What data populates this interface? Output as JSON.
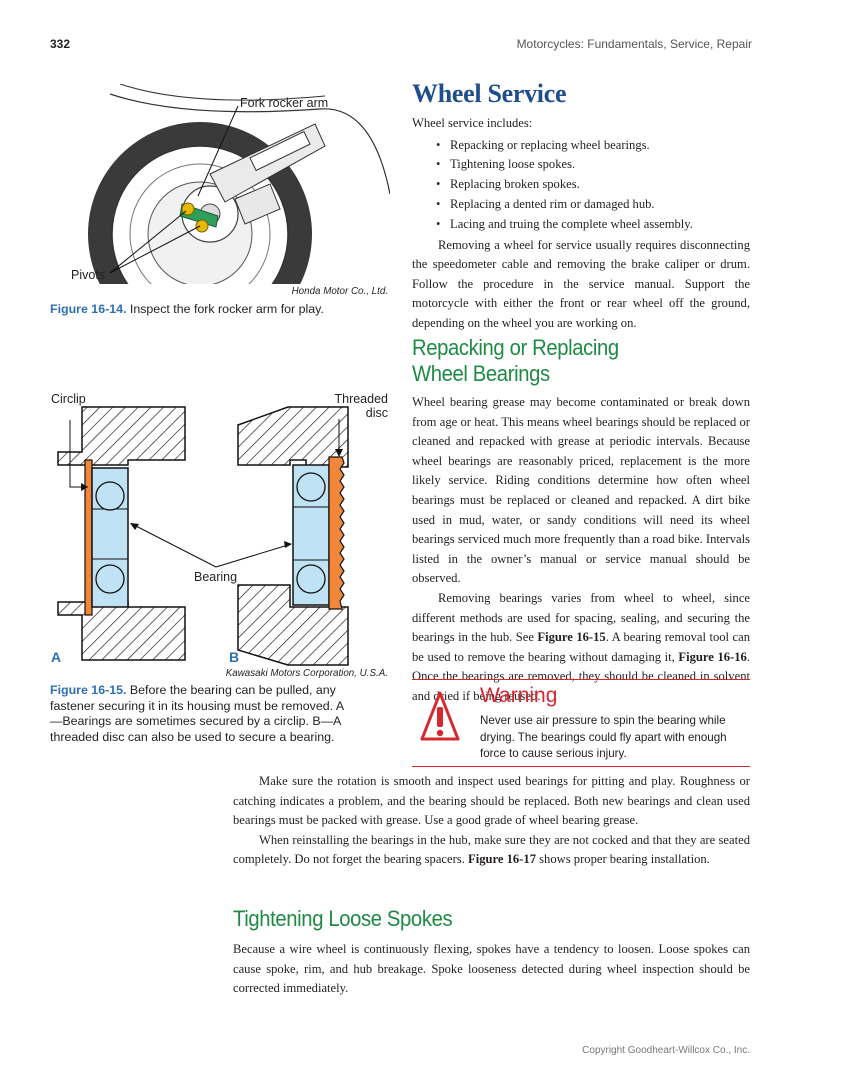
{
  "header": {
    "page_number": "332",
    "book_title": "Motorcycles: Fundamentals, Service, Repair"
  },
  "figure_14": {
    "label_fork_rocker_arm": "Fork rocker arm",
    "label_pivots": "Pivots",
    "credit": "Honda Motor Co., Ltd.",
    "caption_number": "Figure 16-14.",
    "caption_text": "Inspect the fork rocker arm for play."
  },
  "figure_15": {
    "label_circlip": "Circlip",
    "label_threaded_line1": "Threaded",
    "label_threaded_line2": "disc",
    "label_bearing": "Bearing",
    "label_a": "A",
    "label_b": "B",
    "credit": "Kawasaki Motors Corporation, U.S.A.",
    "caption_number": "Figure 16-15.",
    "caption_text": "Before the bearing can be pulled, any fastener securing it in its housing must be removed. A—Bearings are sometimes secured by a circlip. B—A threaded disc can also be used to secure a bearing."
  },
  "wheel_service": {
    "heading": "Wheel Service",
    "intro": "Wheel service includes:",
    "bullets": [
      "Repacking or replacing wheel bearings.",
      "Tightening loose spokes.",
      "Replacing broken spokes.",
      "Replacing a dented rim or damaged hub.",
      "Lacing and truing the complete wheel assembly."
    ],
    "para": "Removing a wheel for service usually requires disconnecting the speedometer cable and removing the brake caliper or drum. Follow the procedure in the service manual. Support the motorcycle with either the front or rear wheel off the ground, depending on the wheel you are working on."
  },
  "repacking": {
    "heading_line1": "Repacking or Replacing",
    "heading_line2": "Wheel Bearings",
    "para1": "Wheel bearing grease may become contaminated or break down from age or heat. This means wheel bearings should be replaced or cleaned and repacked with grease at periodic intervals. Because wheel bearings are reasonably priced, replacement is the more likely service. Riding conditions determine how often wheel bearings must be replaced or cleaned and repacked. A dirt bike used in mud, water, or sandy conditions will need its wheel bearings serviced much more frequently than a road bike. Intervals listed in the owner’s manual or service manual should be observed.",
    "para2_a": "Removing bearings varies from wheel to wheel, since different methods are used for spacing, sealing, and securing the bearings in the hub. See ",
    "para2_ref1": "Figure 16-15",
    "para2_b": ". A bearing removal tool can be used to remove the bearing without damaging it, ",
    "para2_ref2": "Figure 16-16",
    "para2_c": ". Once the bearings are removed, they should be cleaned in solvent and dried if being reused."
  },
  "warning": {
    "title": "Warning",
    "text": "Never use air pressure to spin the bearing while drying. The bearings could fly apart with enough force to cause serious injury.",
    "accent_color": "#d7282f"
  },
  "bottom": {
    "para1": "Make sure the rotation is smooth and inspect used bearings for pitting and play. Roughness or catching indicates a problem, and the bearing should be replaced. Both new bearings and clean used bearings must be packed with grease. Use a good grade of wheel bearing grease.",
    "para2_a": "When reinstalling the bearings in the hub, make sure they are not cocked and that they are seated completely. Do not forget the bearing spacers. ",
    "para2_ref": "Figure 16-17",
    "para2_b": " shows proper bearing installation.",
    "heading": "Tightening Loose Spokes",
    "para3": "Because a wire wheel is continuously flexing, spokes have a tendency to loosen. Loose spokes can cause spoke, rim, and hub breakage. Spoke looseness detected during wheel inspection should be corrected immediately."
  },
  "footer": {
    "copyright": "Copyright Goodheart-Willcox Co., Inc."
  },
  "colors": {
    "heading_blue": "#1f4e8c",
    "heading_green": "#1e8a43",
    "figure_blue": "#2f6fb2",
    "bearing_blue": "#bfe3f5",
    "circlip_orange": "#f0873a"
  }
}
